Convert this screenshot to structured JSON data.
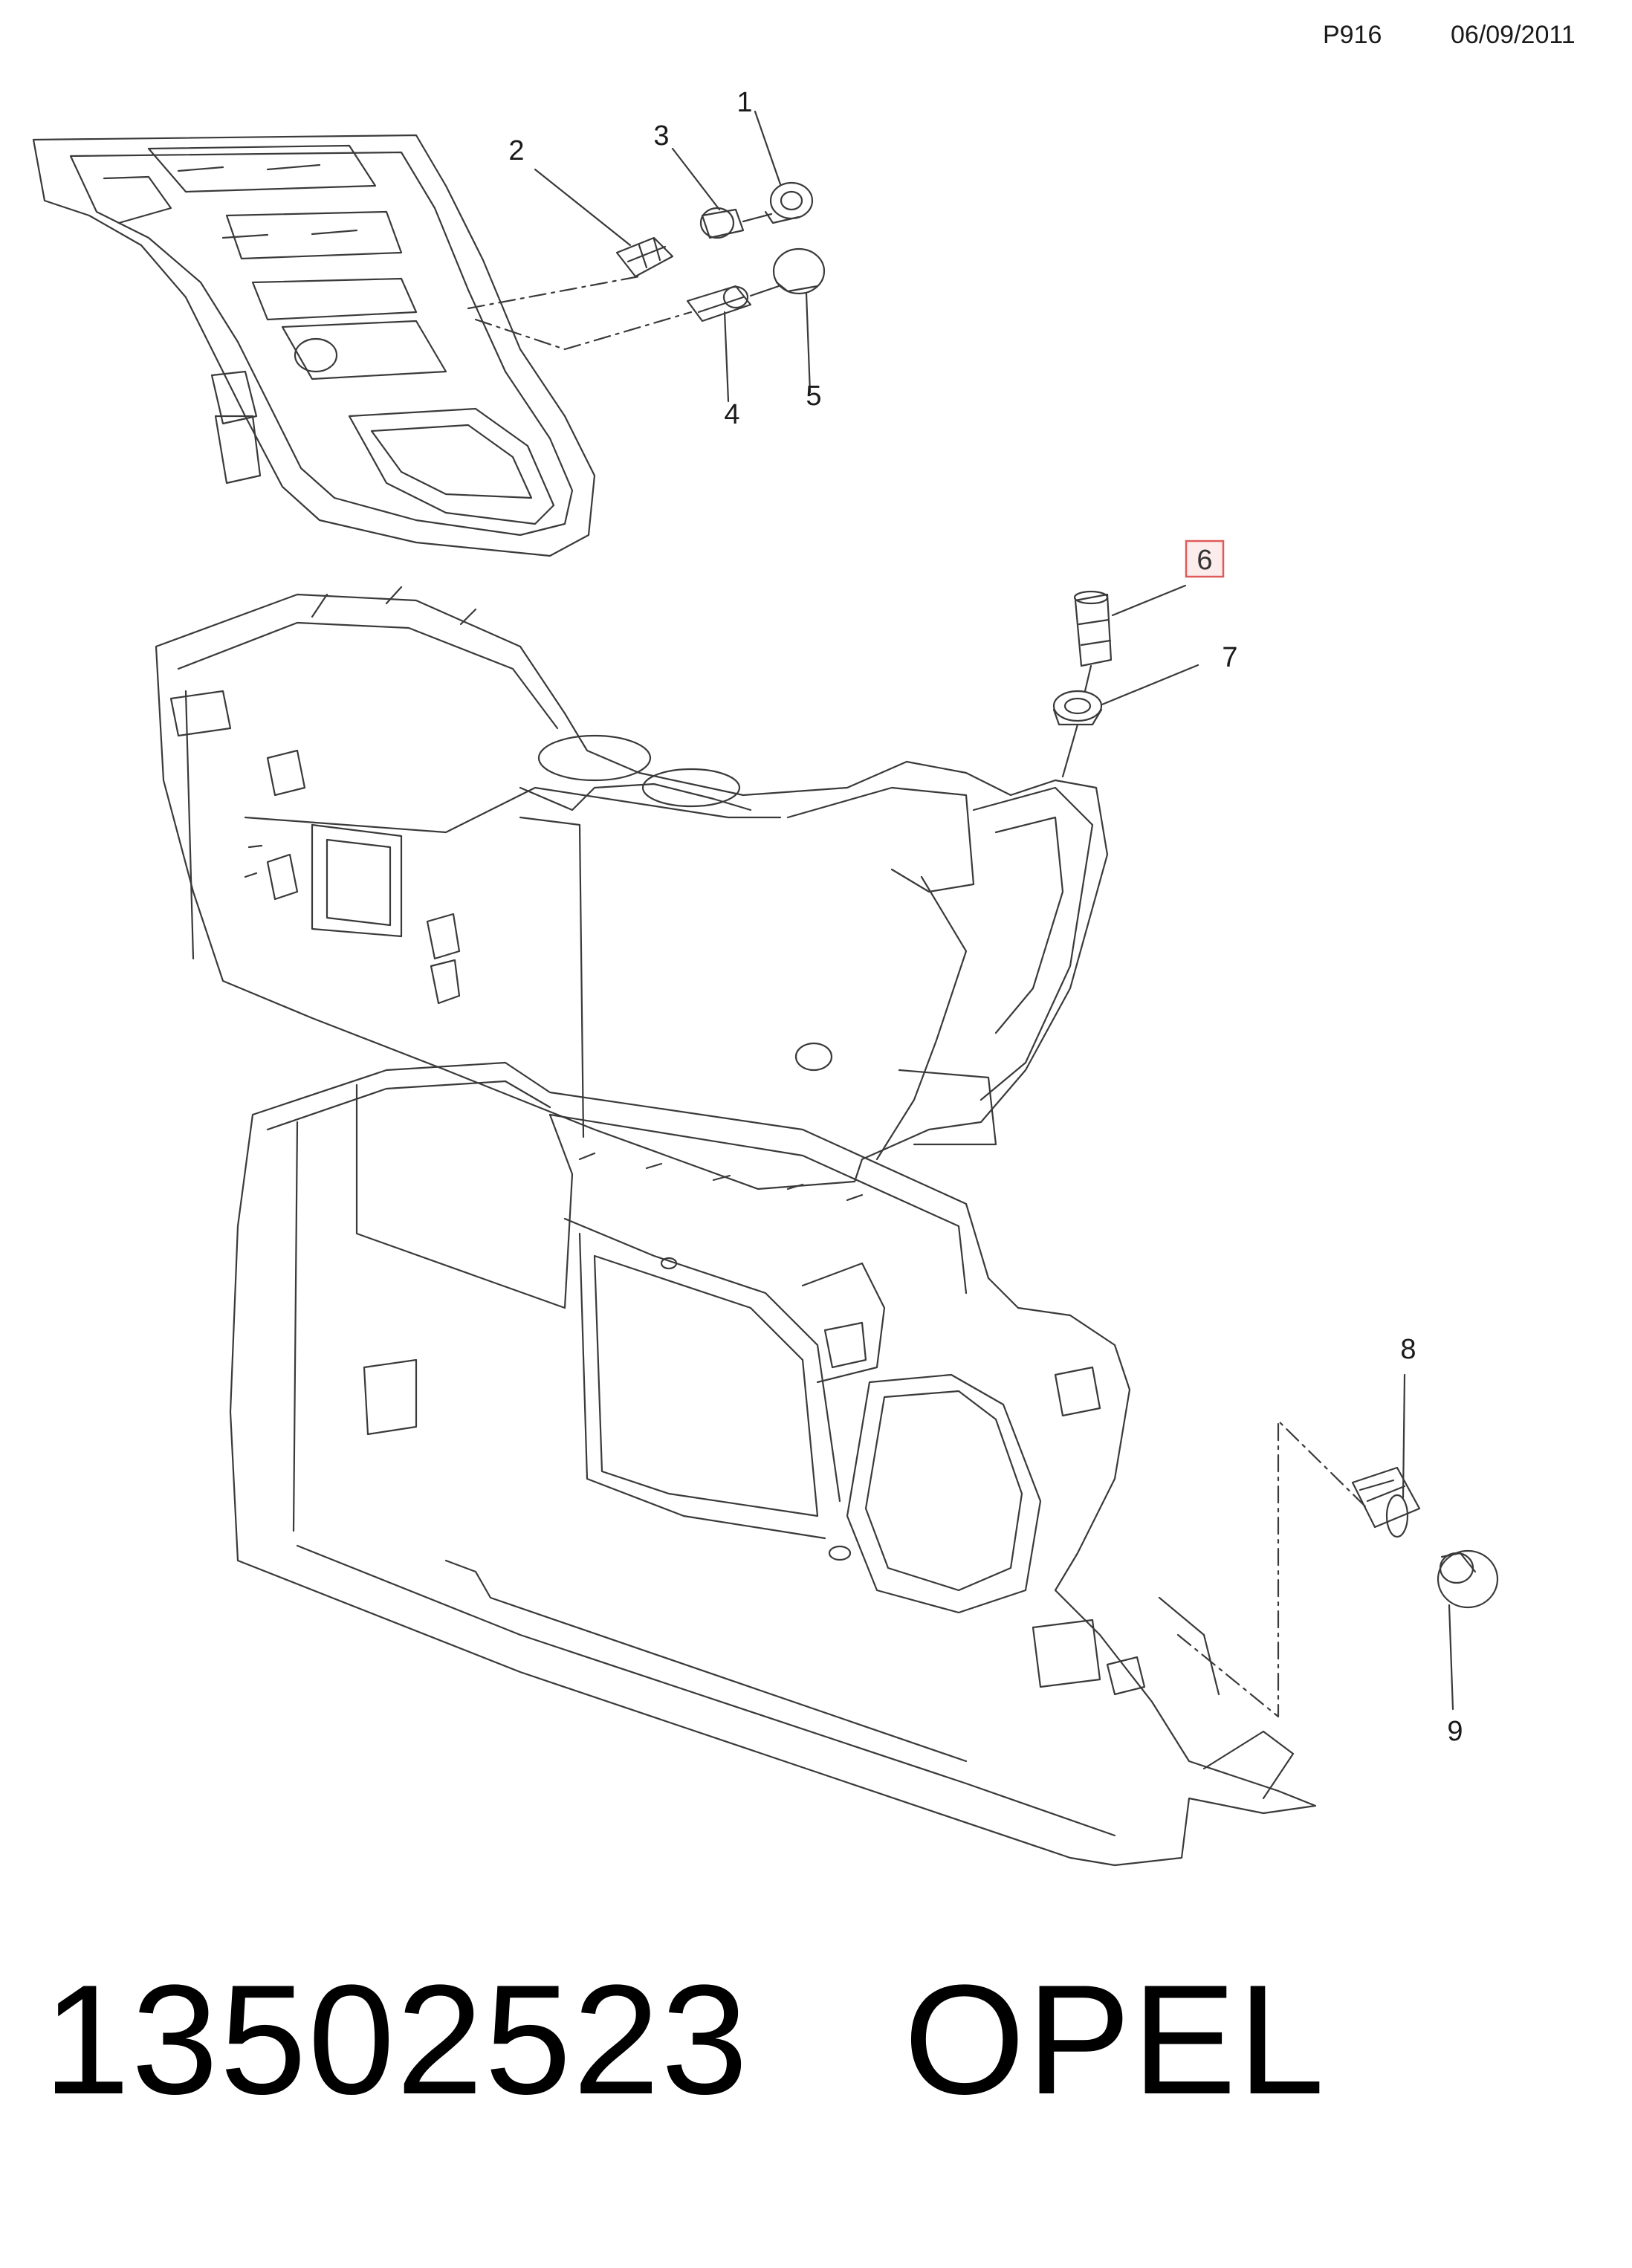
{
  "header": {
    "code": "P916",
    "date": "06/09/2011"
  },
  "callouts": [
    {
      "number": "1",
      "highlighted": false
    },
    {
      "number": "2",
      "highlighted": false
    },
    {
      "number": "3",
      "highlighted": false
    },
    {
      "number": "4",
      "highlighted": false
    },
    {
      "number": "5",
      "highlighted": false
    },
    {
      "number": "6",
      "highlighted": true
    },
    {
      "number": "7",
      "highlighted": false
    },
    {
      "number": "8",
      "highlighted": false
    },
    {
      "number": "9",
      "highlighted": false
    }
  ],
  "footer": {
    "part_number": "13502523",
    "brand": "OPEL"
  },
  "colors": {
    "line": "#3a3a3a",
    "highlight_border": "#e05a5a",
    "highlight_fill": "#fdecec"
  }
}
